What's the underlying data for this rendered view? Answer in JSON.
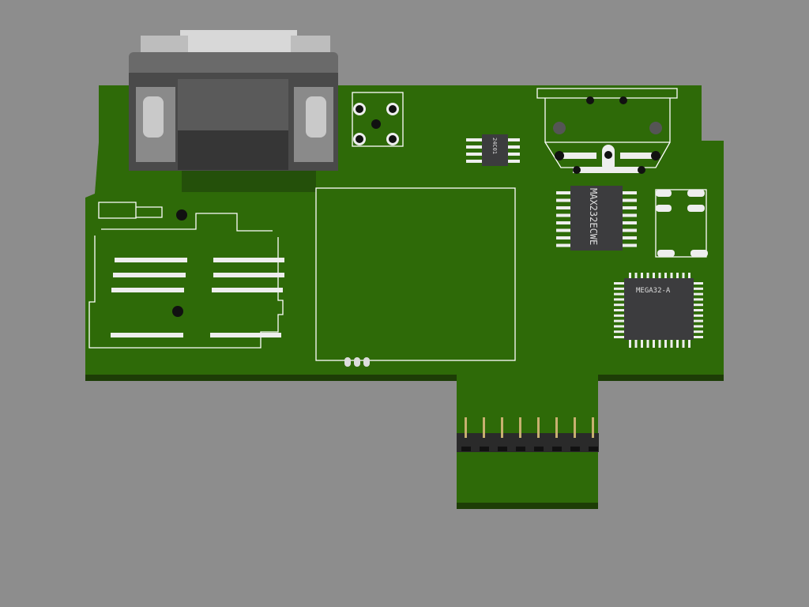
{
  "scene": {
    "title": "PCB 3D view",
    "colors": {
      "background": "#8d8d8d",
      "board": "#2e6a08",
      "board_edge": "#1d3d06",
      "chip": "#3c3c3e",
      "silk": "#ffffff"
    }
  },
  "components": {
    "eeprom": {
      "marking": "24C01"
    },
    "rs232_driver": {
      "marking": "MAX232ECWE"
    },
    "mcu": {
      "marking": "MEGA32-A"
    }
  }
}
